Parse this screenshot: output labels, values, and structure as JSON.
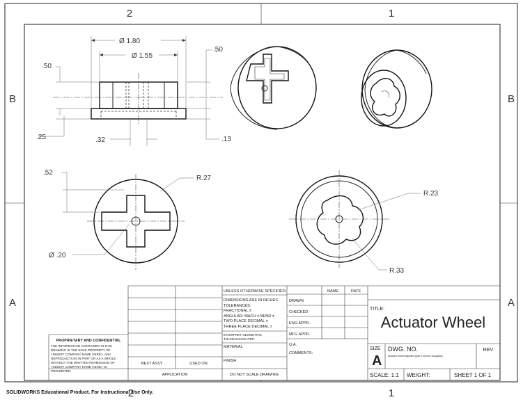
{
  "zones": {
    "top_left": "2",
    "top_right": "1",
    "bottom_left": "2",
    "bottom_right": "1",
    "left_upper": "B",
    "left_lower": "A",
    "right_upper": "B",
    "right_lower": "A"
  },
  "dimensions": {
    "outer_dia": "Ø 1.80",
    "inner_dia": "Ø 1.55",
    "top_height": ".50",
    "left_height": ".50",
    "base_height": ".25",
    "slot_width": ".32",
    "flange": ".13",
    "cross_offset": ".52",
    "cross_radius": "R.27",
    "hole_dia": "Ø .20",
    "lobe_radius": "R.23",
    "outer_radius": "R.33"
  },
  "tolerance_block": {
    "header": "UNLESS OTHERWISE SPECIFIED:",
    "line1": "DIMENSIONS ARE IN INCHES",
    "line2": "TOLERANCES:",
    "line3": "FRACTIONAL ±",
    "line4": "ANGULAR: MACH ±    BEND ±",
    "line5": "TWO PLACE DECIMAL    ±",
    "line6": "THREE PLACE DECIMAL  ±",
    "interpret1": "INTERPRET GEOMETRIC",
    "interpret2": "TOLERANCING PER:",
    "material": "MATERIAL",
    "finish": "FINISH",
    "do_not_scale": "DO NOT SCALE DRAWING"
  },
  "approvals": {
    "name_header": "NAME",
    "date_header": "DATE",
    "rows": [
      "DRAWN",
      "CHECKED",
      "ENG APPR.",
      "MFG APPR.",
      "Q.A.",
      "COMMENTS:"
    ]
  },
  "application": {
    "next_assy": "NEXT ASSY",
    "used_on": "USED ON",
    "label": "APPLICATION"
  },
  "proprietary": {
    "title": "PROPRIETARY AND CONFIDENTIAL",
    "lines": [
      "THE INFORMATION CONTAINED IN THIS",
      "DRAWING IS THE SOLE PROPERTY OF",
      "<INSERT COMPANY NAME HERE>.  ANY",
      "REPRODUCTION IN PART OR AS A WHOLE",
      "WITHOUT THE WRITTEN PERMISSION OF",
      "<INSERT COMPANY NAME HERE> IS",
      "PROHIBITED."
    ]
  },
  "title_block": {
    "title_label": "TITLE:",
    "title": "Actuator Wheel",
    "size_label": "SIZE",
    "size": "A",
    "dwg_label": "DWG.  NO.",
    "dwg_no": "actuator wheel adjusted (part 2 electric boogaloo)",
    "rev_label": "REV",
    "scale": "SCALE: 1:1",
    "weight": "WEIGHT:",
    "sheet": "SHEET 1 OF 1"
  },
  "footer": "SOLIDWORKS Educational Product. For Instructional Use Only."
}
